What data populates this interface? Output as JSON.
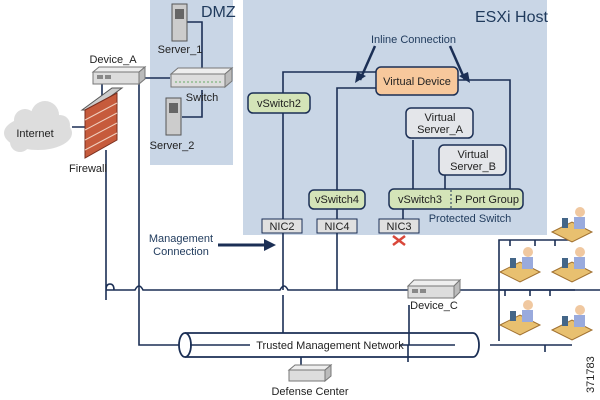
{
  "diagram": {
    "regions": {
      "dmz": "DMZ",
      "esxi": "ESXi Host"
    },
    "nodes": {
      "internet": "Internet",
      "firewall": "Firewall",
      "device_a": "Device_A",
      "server_1": "Server_1",
      "switch": "Switch",
      "server_2": "Server_2",
      "virtual_device": "Virtual Device",
      "vswitch2": "vSwitch2",
      "vswitch4": "vSwitch4",
      "vswitch3": "vSwitch3",
      "p_port_group": "P Port Group",
      "protected_switch": "Protected Switch",
      "virtual_server_a_1": "Virtual",
      "virtual_server_a_2": "Server_A",
      "virtual_server_b_1": "Virtual",
      "virtual_server_b_2": "Server_B",
      "nic2": "NIC2",
      "nic4": "NIC4",
      "nic3": "NIC3",
      "device_c": "Device_C",
      "defense_center": "Defense Center",
      "trusted_network": "Trusted Management Network"
    },
    "annotations": {
      "inline_connection": "Inline Connection",
      "management_1": "Management",
      "management_2": "Connection",
      "figure_id": "371783"
    },
    "colors": {
      "region_fill": "#c9d6e6",
      "line": "#1b2f55",
      "vswitch_fill": "#d4e4b8",
      "virtual_device_fill": "#f7c89c",
      "virtual_server_fill": "#e4e6ea",
      "nic_fill": "#e0e0e0",
      "x_mark": "#d9473a"
    }
  }
}
